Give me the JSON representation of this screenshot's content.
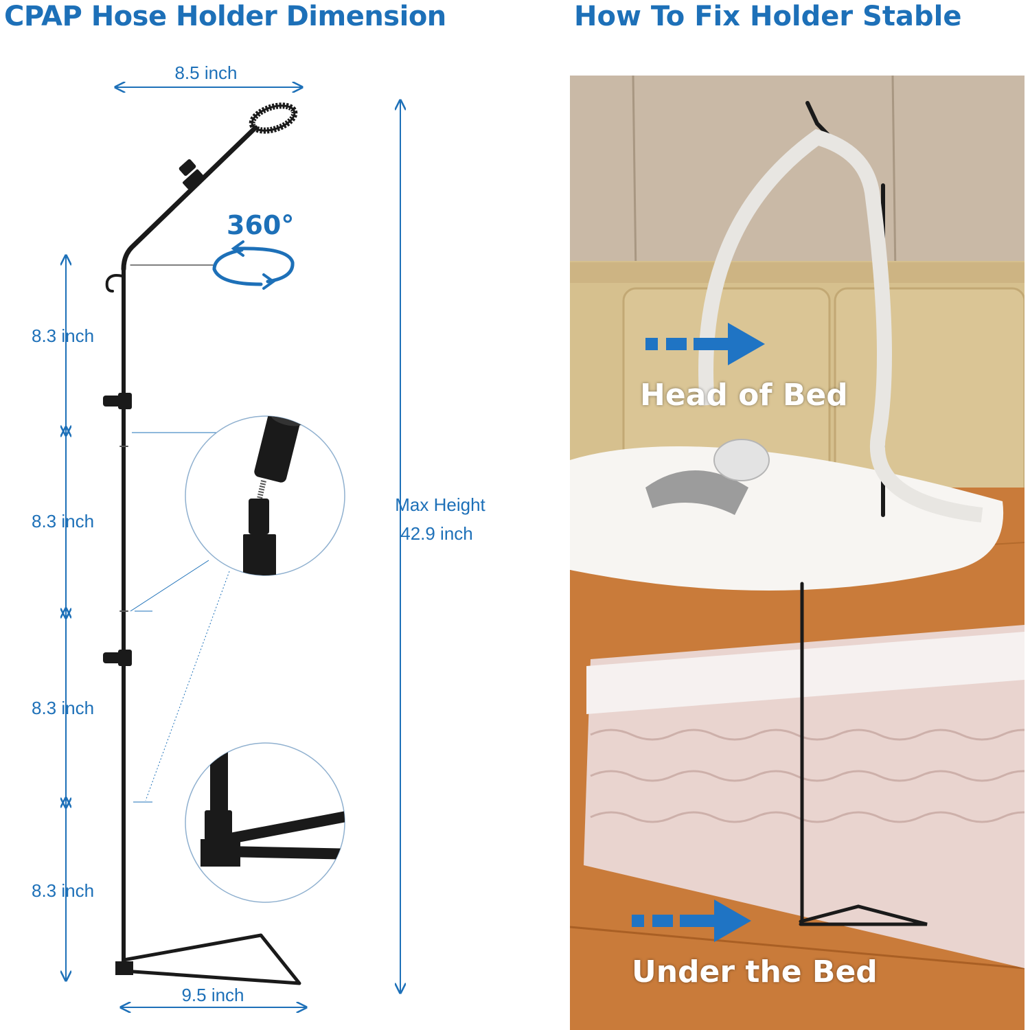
{
  "titles": {
    "left": "CPAP Hose Holder Dimension",
    "right": "How To Fix Holder Stable"
  },
  "dimensions": {
    "top_width": "8.5 inch",
    "rotation": "360°",
    "segment_1": "8.3 inch",
    "segment_2": "8.3 inch",
    "segment_3": "8.3 inch",
    "segment_4": "8.3 inch",
    "max_height_line1": "Max Height",
    "max_height_line2": "42.9 inch",
    "base_width": "9.5 inch"
  },
  "photo_labels": {
    "head": "Head of Bed",
    "under": "Under the Bed"
  },
  "icons": {
    "rotation": "rotate-360-icon",
    "head_arrow": "dashed-right-arrow-icon",
    "under_arrow": "dashed-right-arrow-icon"
  },
  "colors": {
    "brand": "#1d70b8",
    "pole": "#1a1a1a",
    "detail_circle": "#8fb0cf"
  }
}
